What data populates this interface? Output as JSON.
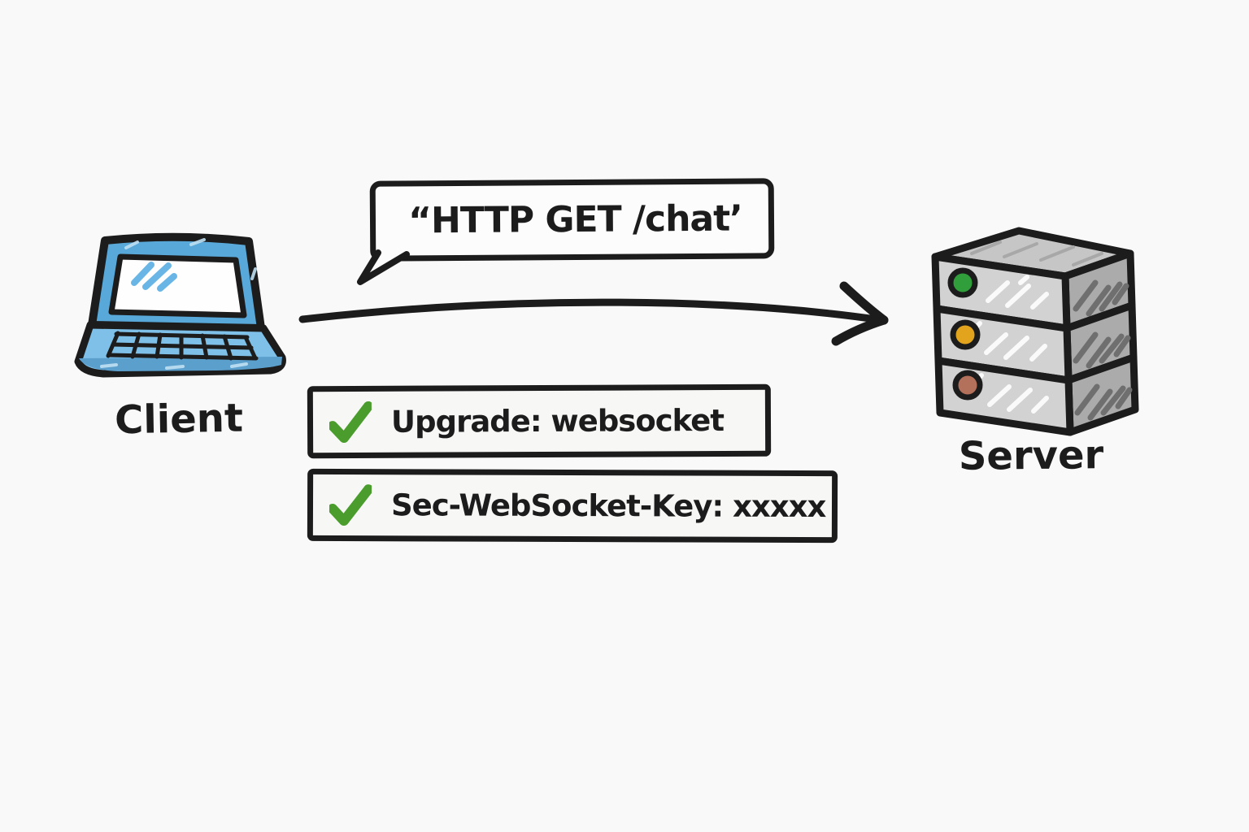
{
  "diagram": {
    "bubble": {
      "text": "“HTTP GET /chat’"
    },
    "client": {
      "label": "Client"
    },
    "server": {
      "label": "Server",
      "lights": [
        {
          "name": "green-status-light",
          "color": "#2f9e3b"
        },
        {
          "name": "amber-status-light",
          "color": "#e2a41d"
        },
        {
          "name": "brown-status-light",
          "color": "#b3705a"
        }
      ]
    },
    "headers": [
      {
        "icon": "check-icon",
        "label": "Upgrade: websocket"
      },
      {
        "icon": "check-icon",
        "label": "Sec-WebSocket-Key: xxxxx"
      }
    ],
    "colors": {
      "ink": "#1c1c1c",
      "background": "#f8f9f8",
      "panel": "#f7f8f6",
      "check_green": "#4a9c2d",
      "laptop_blue": "#58a8d9",
      "laptop_base_blue": "#7fc0e8",
      "server_front_gray": "#d2d2d2",
      "server_side_gray": "#aaaaaa",
      "server_top_gray": "#c6c6c6"
    }
  }
}
